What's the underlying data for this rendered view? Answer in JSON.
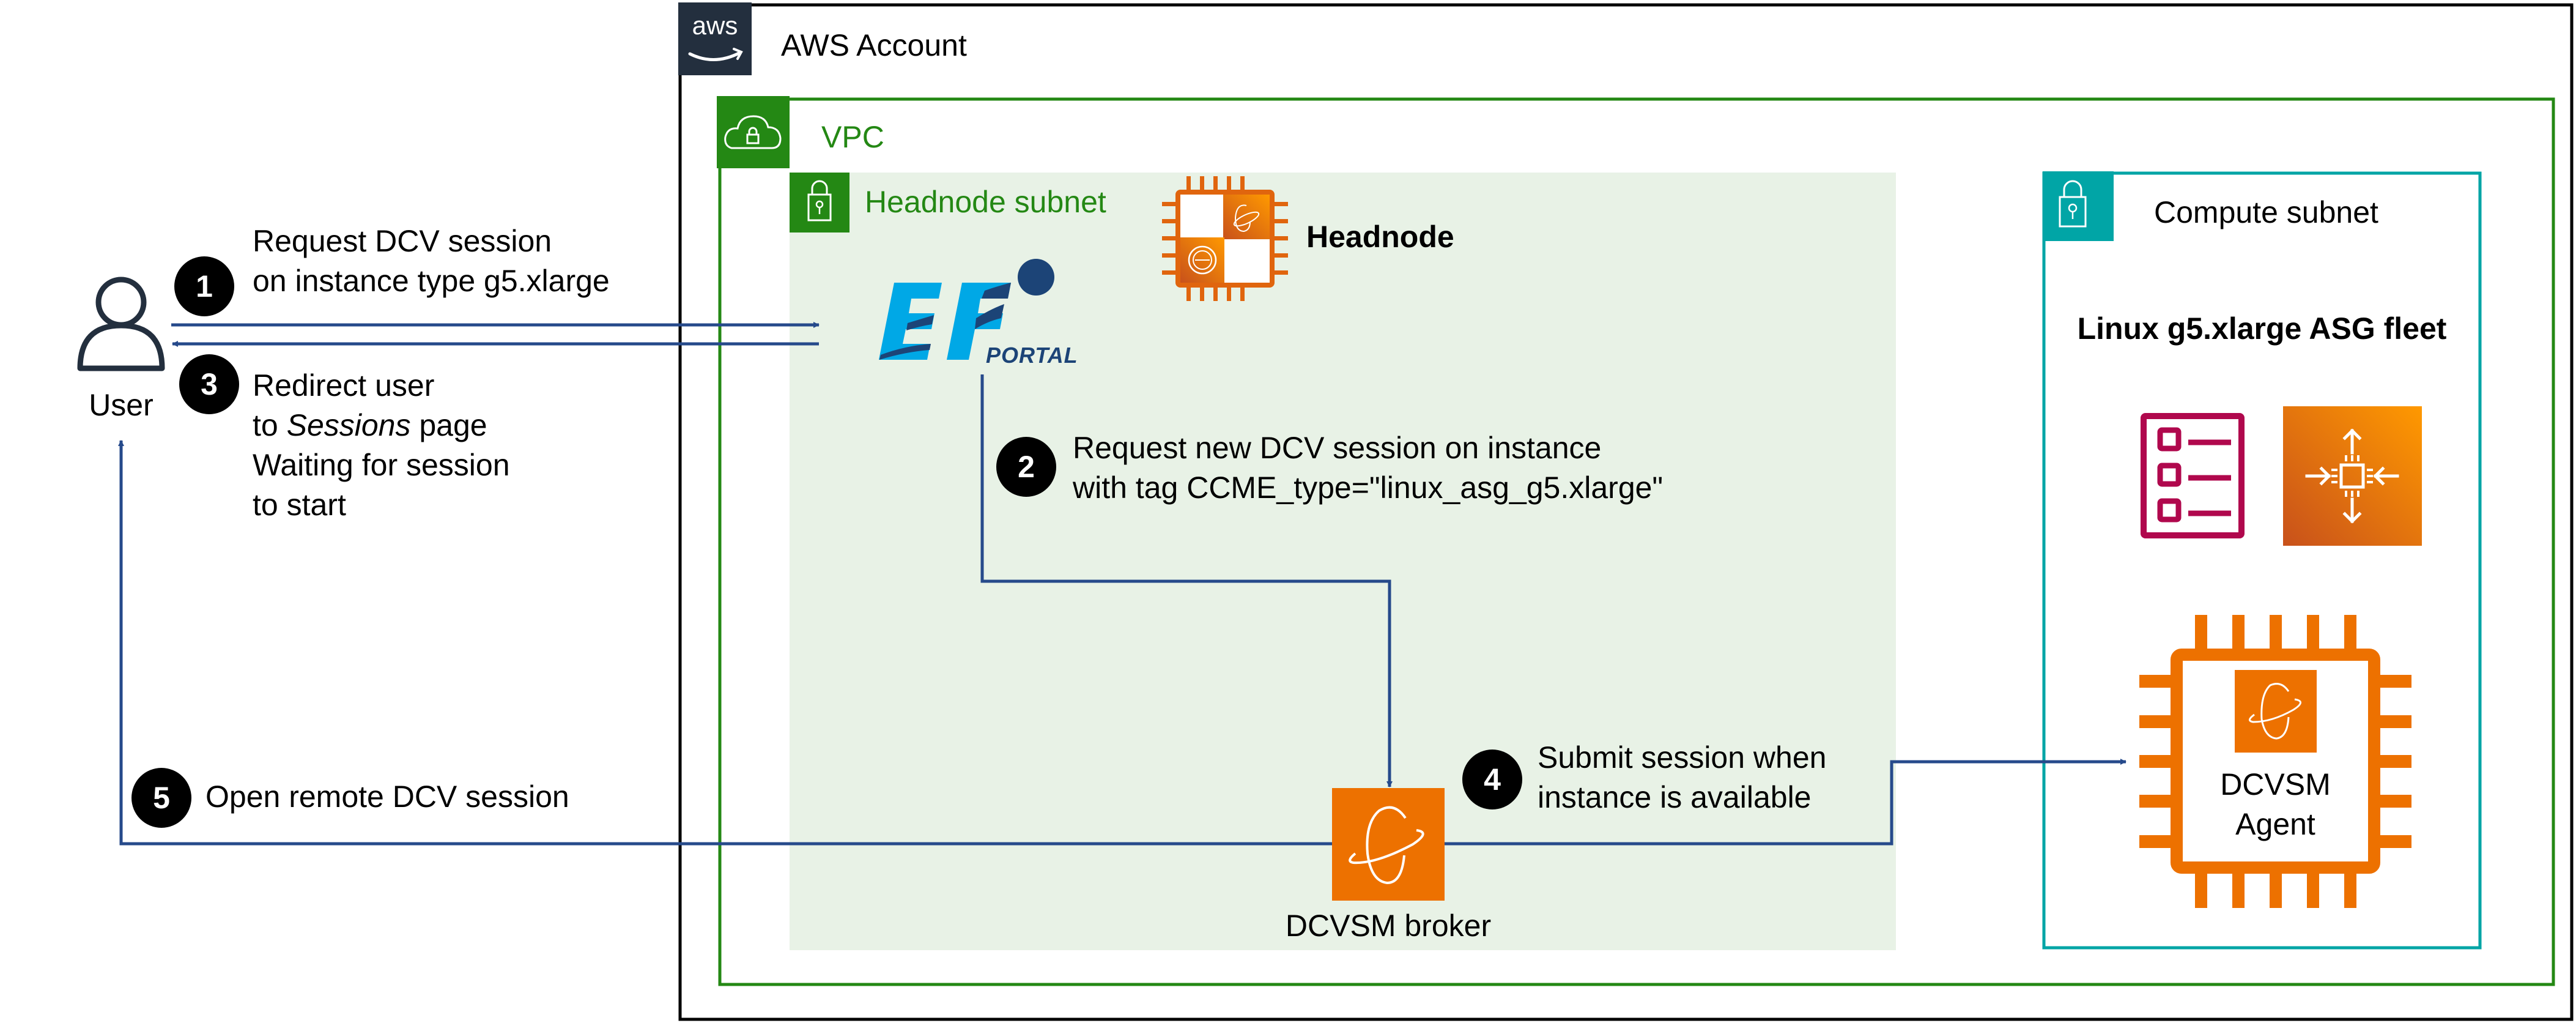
{
  "actor": {
    "label": "User",
    "icon": "user-icon"
  },
  "containers": {
    "aws_account": {
      "label": "AWS Account",
      "badge_text": "aws",
      "color": "#232F3E"
    },
    "vpc": {
      "label": "VPC",
      "icon": "vpc-cloud-lock-icon",
      "color": "#248814"
    },
    "headnode_subnet": {
      "label": "Headnode subnet",
      "icon": "lock-icon",
      "color": "#248814",
      "fill": "#E8F2E6"
    },
    "compute_subnet": {
      "label": "Compute subnet",
      "icon": "lock-icon",
      "color": "#01A5A6"
    }
  },
  "nodes": {
    "headnode": {
      "label": "Headnode",
      "icon": "ec2-instance-chip-icon"
    },
    "ef_portal": {
      "logo_letters": "EF",
      "logo_sub": "PORTAL",
      "colors": {
        "light": "#00A8E6",
        "dark": "#1C4477"
      }
    },
    "broker": {
      "label": "DCVSM broker",
      "icon": "dcv-icon",
      "color": "#ED7100"
    },
    "fleet": {
      "label": "Linux g5.xlarge ASG fleet",
      "icons": [
        "launch-template-icon",
        "auto-scaling-icon"
      ]
    },
    "agent": {
      "label_lines": [
        "DCVSM",
        "Agent"
      ],
      "icon": "ec2-instance-chip-icon"
    }
  },
  "steps": [
    {
      "number": "1",
      "lines": [
        "Request DCV session",
        "on instance type g5.xlarge"
      ]
    },
    {
      "number": "2",
      "lines": [
        "Request new DCV session on instance",
        "with tag CCME_type=\"linux_asg_g5.xlarge\""
      ]
    },
    {
      "number": "3",
      "lines_html_parts": [
        [
          "Redirect user"
        ],
        [
          "to ",
          "Sessions",
          " page"
        ],
        [
          "Waiting for session"
        ],
        [
          "to start"
        ]
      ]
    },
    {
      "number": "4",
      "lines": [
        "Submit session when",
        "instance is available"
      ]
    },
    {
      "number": "5",
      "lines": [
        "Open remote DCV session"
      ]
    }
  ],
  "arrow_color": "#264A8B"
}
